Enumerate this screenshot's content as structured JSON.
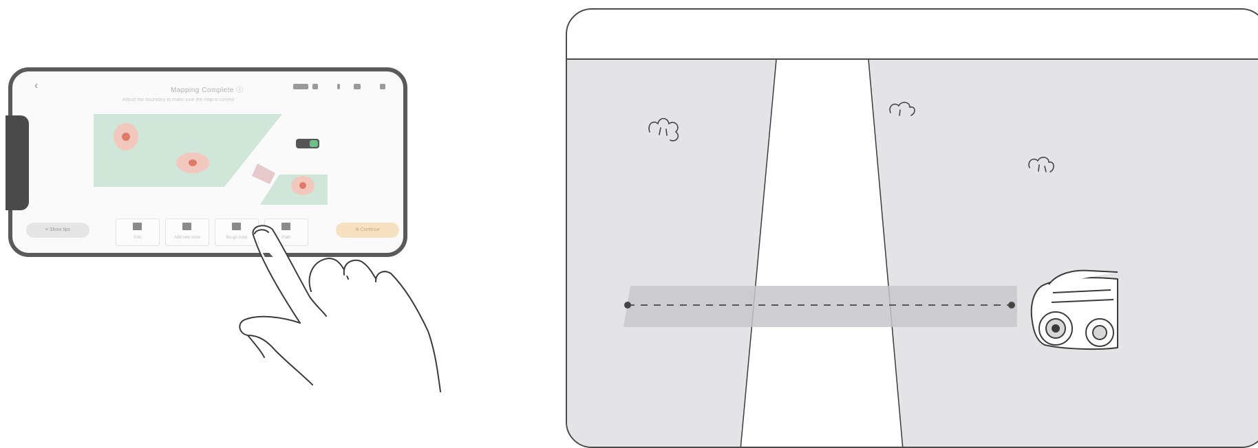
{
  "app": {
    "title": "Mapping Complete ⓘ",
    "back_icon": "‹",
    "subtitle": "Adjust the boundary to make sure the map is correct",
    "left_button": "≡  Show tips",
    "right_button": "⊕  Continue",
    "tools": [
      {
        "icon": "edit-icon",
        "label": "Edit"
      },
      {
        "icon": "add-zone-icon",
        "label": "Add new zone"
      },
      {
        "icon": "no-go-icon",
        "label": "No-go zone"
      },
      {
        "icon": "path-icon",
        "label": "Path"
      }
    ]
  },
  "colors": {
    "map_green": "#cfe6d8",
    "no_go_red": "#e8998c",
    "lawn_gray": "#e4e4e6",
    "path_white": "#ffffff",
    "stroke": "#4a4a4a",
    "accent_orange": "#f6e2c2"
  },
  "icons": {
    "hand": "pointing-hand-icon",
    "robot": "robot-mower-icon",
    "shrub": "shrub-icon"
  }
}
